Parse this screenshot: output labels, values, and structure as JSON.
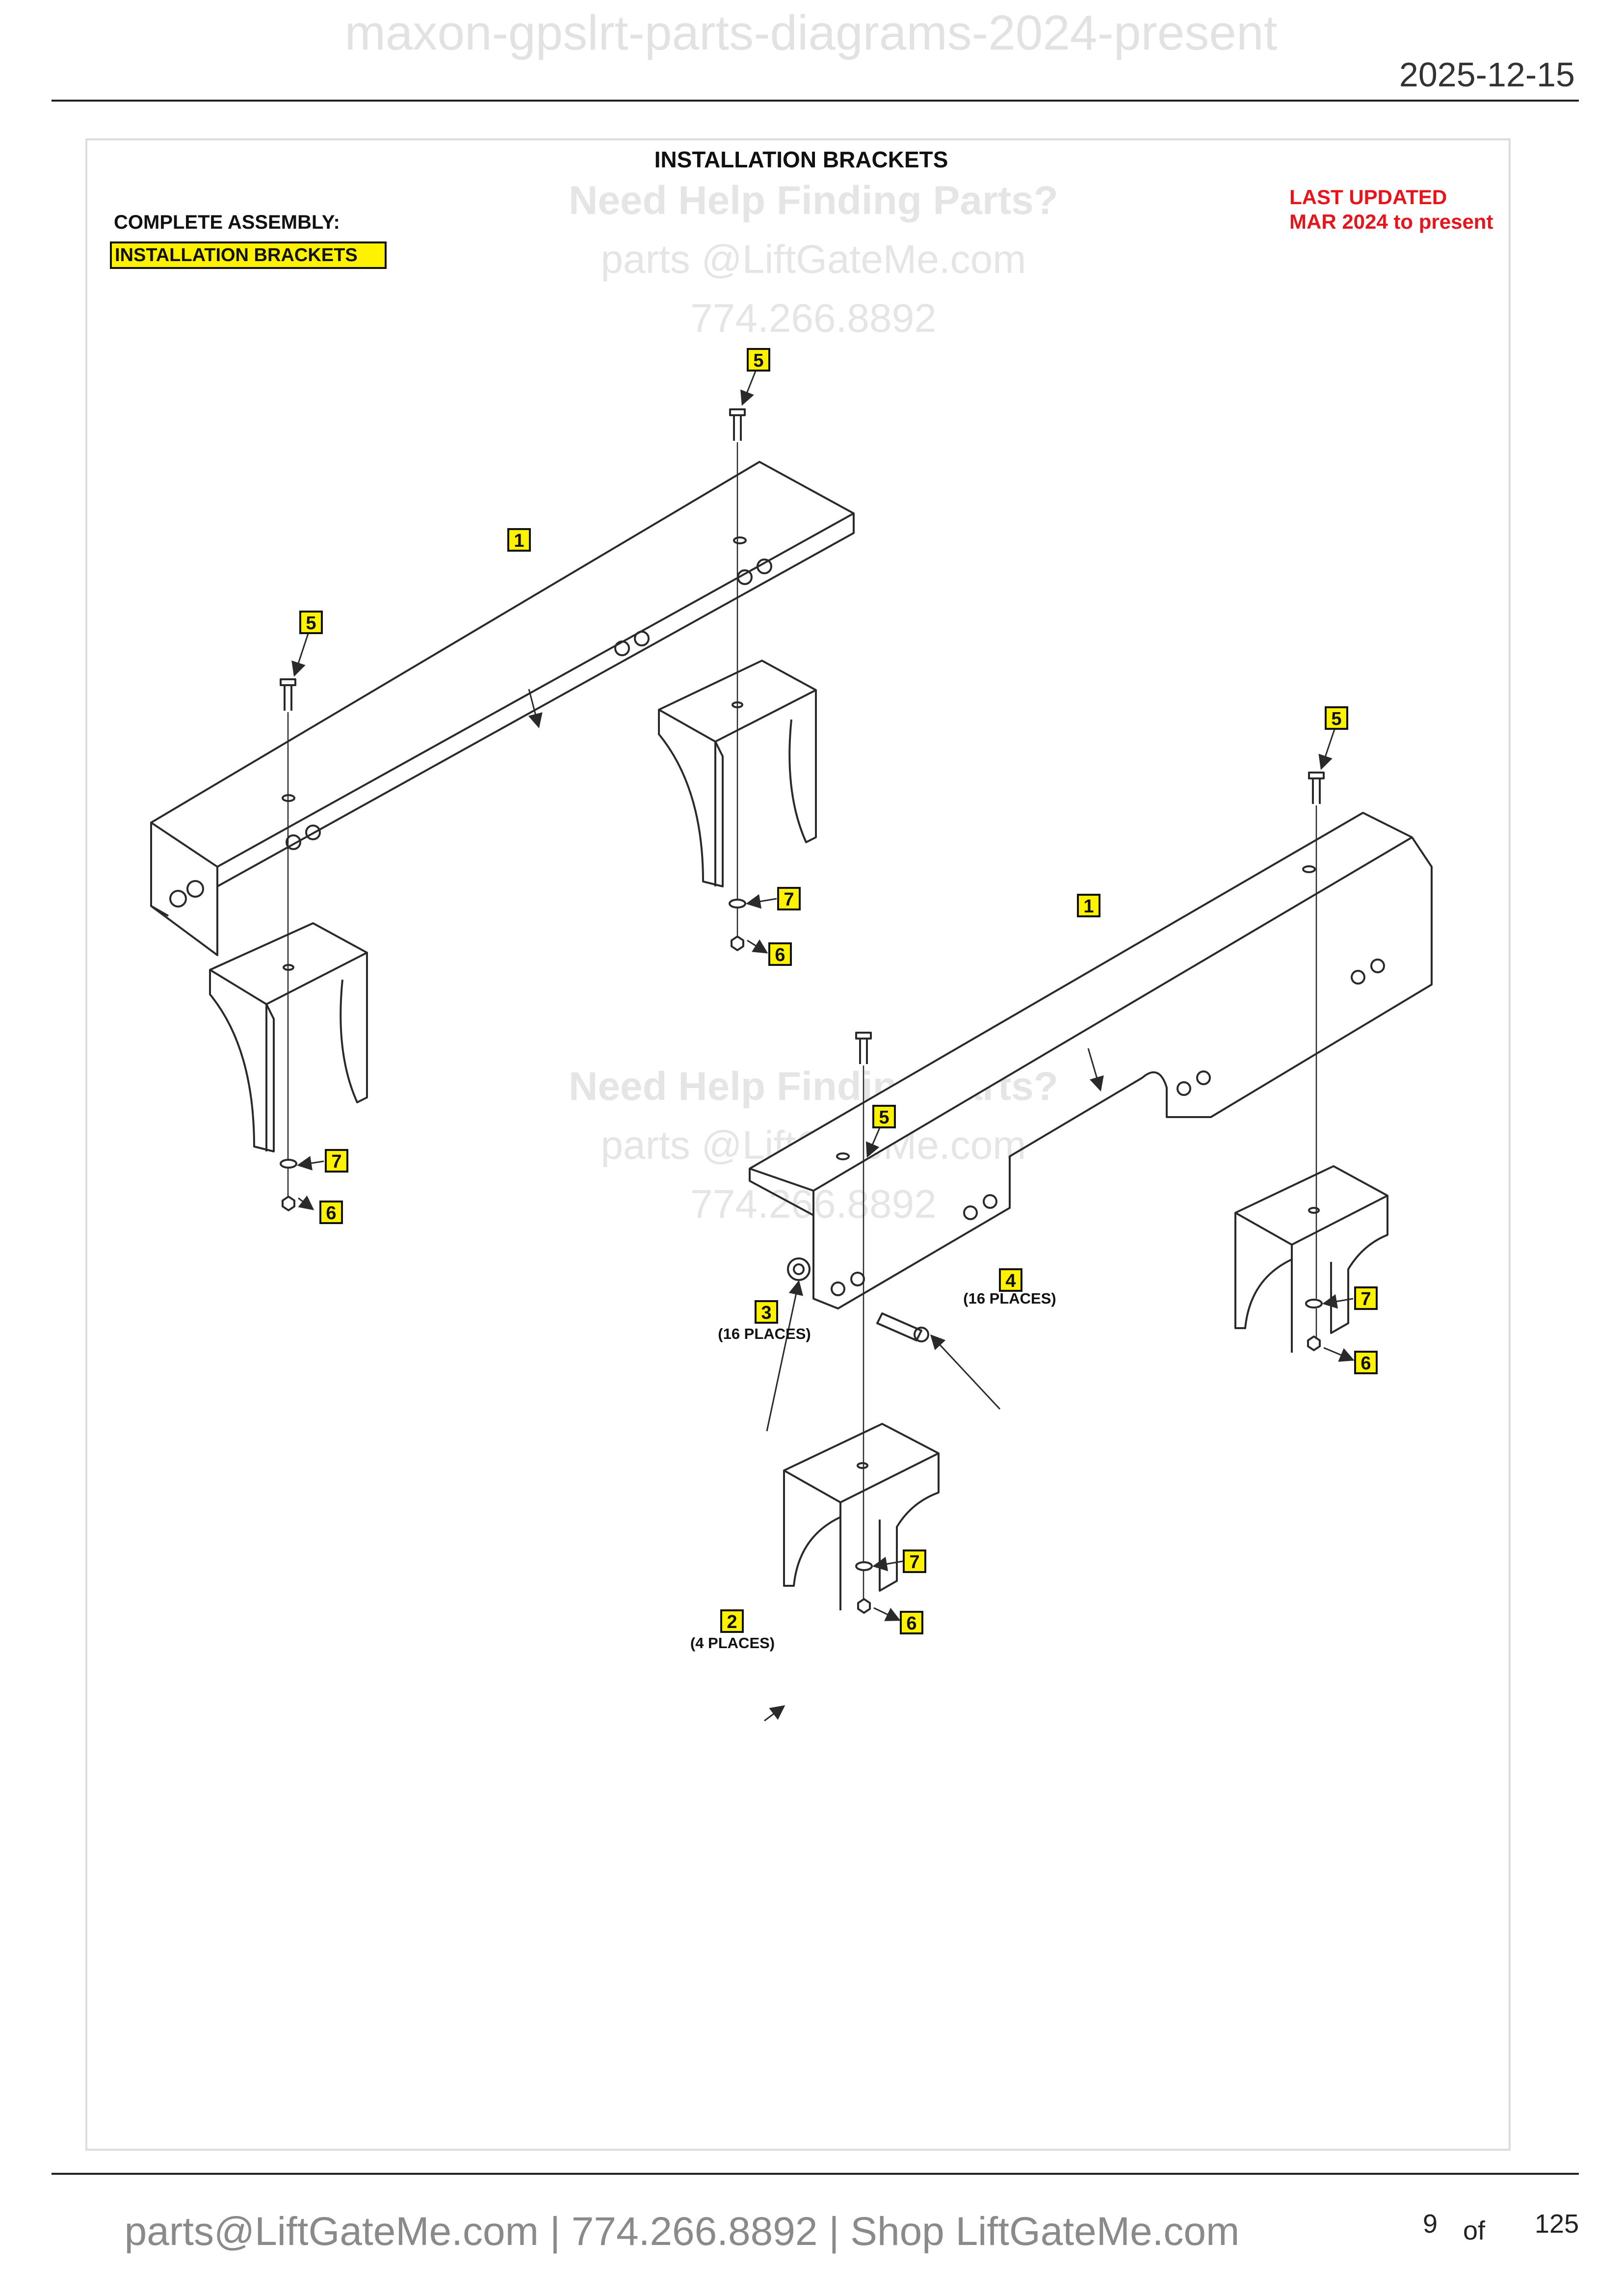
{
  "page": {
    "watermark_title": "maxon-gpslrt-parts-diagrams-2024-present",
    "date": "2025-12-15",
    "footer_text": "parts@LiftGateMe.com | 774.266.8892 | Shop LiftGateMe.com",
    "page_number": "9",
    "page_of": "of",
    "page_total": "125"
  },
  "diagram": {
    "title": "INSTALLATION BRACKETS",
    "complete_assembly_label": "COMPLETE ASSEMBLY:",
    "complete_assembly_value": "INSTALLATION BRACKETS",
    "last_updated_label": "LAST UPDATED",
    "last_updated_value": "MAR 2024 to present",
    "watermark": {
      "line1": "Need Help Finding Parts?",
      "line2": "parts @LiftGateMe.com",
      "line3": "774.266.8892"
    },
    "callouts": [
      {
        "id": "1",
        "note": ""
      },
      {
        "id": "1",
        "note": ""
      },
      {
        "id": "2",
        "note": "(4 PLACES)"
      },
      {
        "id": "3",
        "note": "(16 PLACES)"
      },
      {
        "id": "4",
        "note": "(16 PLACES)"
      },
      {
        "id": "5",
        "note": ""
      },
      {
        "id": "5",
        "note": ""
      },
      {
        "id": "5",
        "note": ""
      },
      {
        "id": "5",
        "note": ""
      },
      {
        "id": "6",
        "note": ""
      },
      {
        "id": "6",
        "note": ""
      },
      {
        "id": "6",
        "note": ""
      },
      {
        "id": "6",
        "note": ""
      },
      {
        "id": "7",
        "note": ""
      },
      {
        "id": "7",
        "note": ""
      },
      {
        "id": "7",
        "note": ""
      },
      {
        "id": "7",
        "note": ""
      }
    ],
    "colors": {
      "callout_fill": "#fff200",
      "last_updated": "#e8141c",
      "watermark": "#e5e5e5",
      "line": "#2a2a2a"
    }
  }
}
